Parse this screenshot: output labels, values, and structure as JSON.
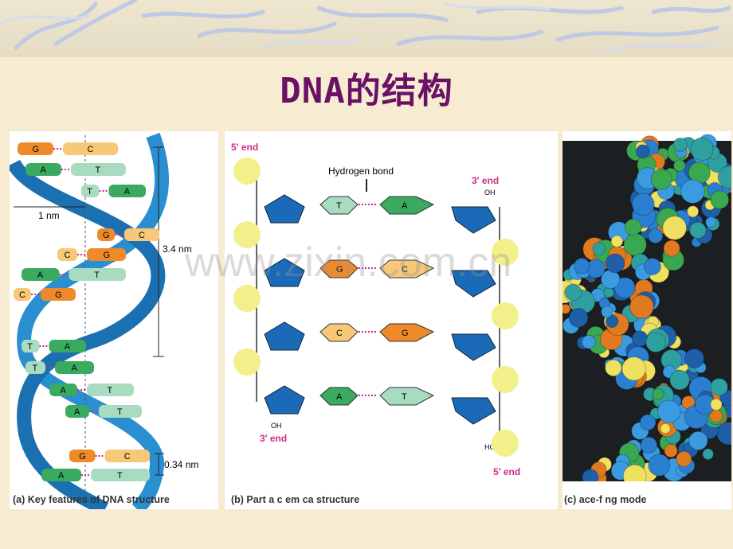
{
  "title": "DNA的结构",
  "watermark": "www.zixin.com.cn",
  "panel_a": {
    "caption": "(a) Key features of DNA structure",
    "label_1nm": "1 nm",
    "label_34nm": "3.4 nm",
    "label_034nm": "0.34 nm",
    "pairs": [
      {
        "left": "G",
        "right": "C"
      },
      {
        "left": "A",
        "right": "T"
      },
      {
        "left": "T",
        "right": "A"
      },
      {
        "left": "G",
        "right": "C"
      },
      {
        "left": "C",
        "right": "G"
      },
      {
        "left": "A",
        "right": "T"
      },
      {
        "left": "C",
        "right": "G"
      },
      {
        "left": "T",
        "right": "A"
      },
      {
        "left": "T",
        "right": "A"
      },
      {
        "left": "A",
        "right": "T"
      },
      {
        "left": "A",
        "right": "T"
      },
      {
        "left": "G",
        "right": "C"
      },
      {
        "left": "A",
        "right": "T"
      }
    ]
  },
  "panel_b": {
    "caption": "(b) Part a  c em ca  structure",
    "label_5end_top": "5′ end",
    "label_3end_top": "3′ end",
    "label_hbond": "Hydrogen bond",
    "label_3end_bottom": "3′ end",
    "label_5end_bottom": "5′ end",
    "label_oh_top": "OH",
    "label_oh_bottom": "OH",
    "label_ho_bottom": "HO",
    "rows": [
      {
        "left": "T",
        "right": "A"
      },
      {
        "left": "G",
        "right": "C"
      },
      {
        "left": "C",
        "right": "G"
      },
      {
        "left": "A",
        "right": "T"
      }
    ]
  },
  "panel_c": {
    "caption": "(c)  ace-f     ng mode"
  },
  "colors": {
    "title": "#6a1166",
    "helix": "#2a8fd0",
    "G": "#ee8a2a",
    "C": "#f6c878",
    "A": "#3aaa60",
    "T": "#a8dcc0",
    "sugar": "#1a6ab8",
    "phosphate": "#f3ef8a"
  }
}
